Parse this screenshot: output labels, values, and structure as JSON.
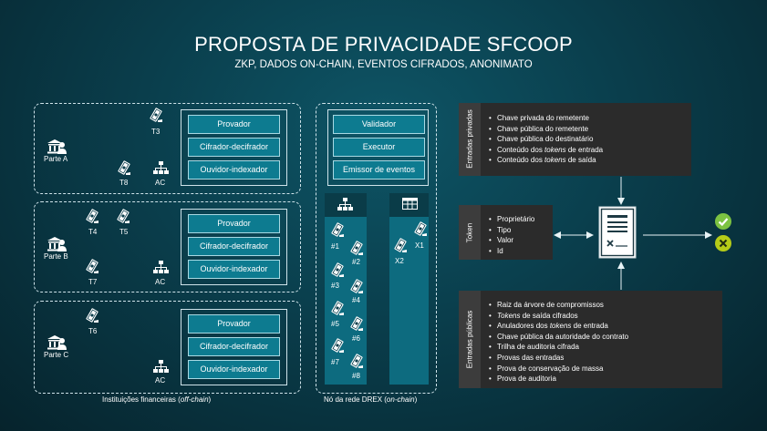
{
  "header": {
    "title": "PROPOSTA DE PRIVACIDADE SFCOOP",
    "subtitle": "ZKP, DADOS ON-CHAIN, EVENTOS CIFRADOS, ANONIMATO"
  },
  "groups": [
    {
      "party": "Parte A",
      "tokens": [
        "T3",
        "T8"
      ],
      "ac": "AC",
      "roles": [
        "Provador",
        "Cifrador-decifrador",
        "Ouvidor-indexador"
      ]
    },
    {
      "party": "Parte B",
      "tokens": [
        "T4",
        "T5",
        "T7"
      ],
      "ac": "AC",
      "roles": [
        "Provador",
        "Cifrador-decifrador",
        "Ouvidor-indexador"
      ]
    },
    {
      "party": "Parte C",
      "tokens": [
        "T6"
      ],
      "ac": "AC",
      "roles": [
        "Provador",
        "Cifrador-decifrador",
        "Ouvidor-indexador"
      ]
    }
  ],
  "captions": {
    "institutions_pre": "Instituições financeiras (",
    "institutions_em": "off-chain",
    "institutions_post": ")",
    "node_pre": "Nó da rede DREX (",
    "node_em": "on-chain",
    "node_post": ")"
  },
  "node": {
    "roles": [
      "Validador",
      "Executor",
      "Emissor de eventos"
    ],
    "tree_tokens": [
      "#1",
      "#2",
      "#3",
      "#4",
      "#5",
      "#6",
      "#7",
      "#8"
    ],
    "table_tokens": [
      "X1",
      "X2"
    ]
  },
  "private_inputs": {
    "label": "Entradas privadas",
    "items": [
      {
        "pre": "Chave privada do remetente"
      },
      {
        "pre": "Chave pública do remetente"
      },
      {
        "pre": "Chave pública do destinatário"
      },
      {
        "pre": "Conteúdo dos ",
        "em": "tokens",
        "post": " de entrada"
      },
      {
        "pre": "Conteúdo dos ",
        "em": "tokens",
        "post": " de saída"
      }
    ]
  },
  "token": {
    "label": "Token",
    "items": [
      {
        "pre": "Proprietário"
      },
      {
        "pre": "Tipo"
      },
      {
        "pre": "Valor"
      },
      {
        "pre": "Id"
      }
    ]
  },
  "public_inputs": {
    "label": "Entradas públicas",
    "items": [
      {
        "pre": "Raiz da árvore de compromissos"
      },
      {
        "em": "Tokens",
        "post": " de saída cifrados"
      },
      {
        "pre": "Anuladores dos ",
        "em": "tokens",
        "post": " de entrada"
      },
      {
        "pre": "Chave pública da autoridade do contrato"
      },
      {
        "pre": "Trilha de auditoria cifrada"
      },
      {
        "pre": "Provas das entradas"
      },
      {
        "pre": "Prova de conservação de massa"
      },
      {
        "pre": "Prova de auditoria"
      }
    ]
  },
  "colors": {
    "accent": "#0d7b90",
    "valid": "#7cc242",
    "invalid": "#b5cc18",
    "dark_panel": "#2b2b2b"
  },
  "icons": [
    "bank-icon",
    "banknote-icon",
    "hierarchy-icon",
    "table-icon",
    "document-icon",
    "check-icon",
    "x-icon"
  ]
}
